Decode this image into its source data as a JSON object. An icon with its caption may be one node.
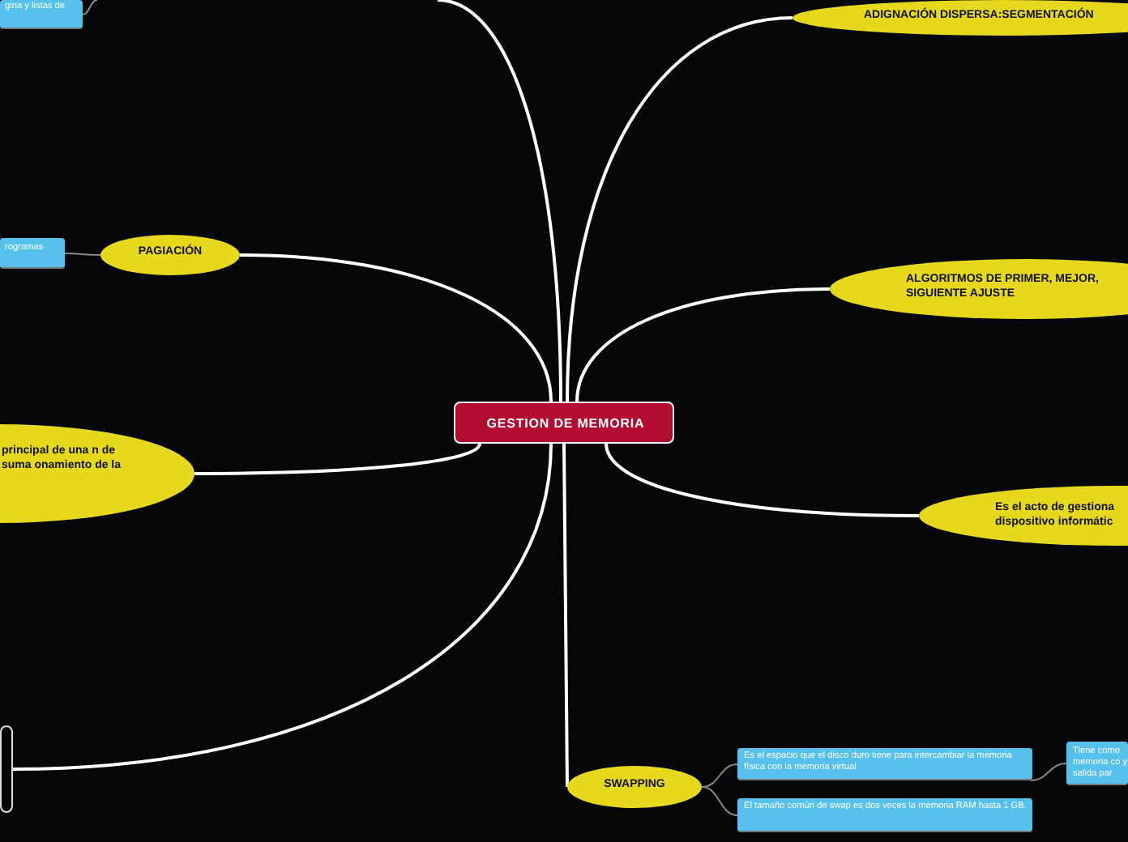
{
  "diagram": {
    "nodes": [
      {
        "text": [
          "GESTION DE MEMORIA"
        ]
      },
      {
        "text": [
          "gina y listas de"
        ]
      },
      {
        "text": [
          "ADIGNACIÓN DISPERSA:SEGMENTACIÓN"
        ]
      },
      {
        "text": [
          "rogramas"
        ]
      },
      {
        "text": [
          "PAGIACIÓN"
        ]
      },
      {
        "text": [
          "ALGORITMOS DE PRIMER, MEJOR, SIGUIENTE AJUSTE"
        ]
      },
      {
        "text": [
          "principal de una n de suma onamiento de la"
        ]
      },
      {
        "text": [
          "Es el acto de gestiona dispositivo informátic"
        ]
      },
      {
        "text": [],
        "shape": "box"
      },
      {
        "text": [
          "SWAPPING"
        ]
      },
      {
        "text": [
          "Es el espacio que el disco duro tiene para intercambiar la memoria física con la memoria virtual"
        ]
      },
      {
        "text": [
          "El tamaño común de swap es dos veces la memoria RAM hasta 1 GB."
        ]
      },
      {
        "text": [
          "Tiene como memoria co y salida par"
        ]
      }
    ],
    "edges": [
      {
        "from": 0,
        "to": null,
        "arrow": "none"
      },
      {
        "from": 1,
        "to": null,
        "arrow": "none",
        "color": "#888888"
      },
      {
        "from": 0,
        "to": 2,
        "arrow": "none"
      },
      {
        "from": 0,
        "to": 4,
        "arrow": "none"
      },
      {
        "from": 4,
        "to": 3,
        "arrow": "none",
        "color": "#888888"
      },
      {
        "from": 0,
        "to": 5,
        "arrow": "none"
      },
      {
        "from": 0,
        "to": 6,
        "arrow": "none"
      },
      {
        "from": 0,
        "to": 7,
        "arrow": "none"
      },
      {
        "from": 0,
        "to": 8,
        "arrow": "none"
      },
      {
        "from": 0,
        "to": 9,
        "arrow": "none"
      },
      {
        "from": 9,
        "to": 10,
        "arrow": "none",
        "color": "#888888"
      },
      {
        "from": 9,
        "to": 11,
        "arrow": "none",
        "color": "#888888"
      },
      {
        "from": 10,
        "to": 12,
        "arrow": "none",
        "color": "#888888"
      }
    ]
  }
}
